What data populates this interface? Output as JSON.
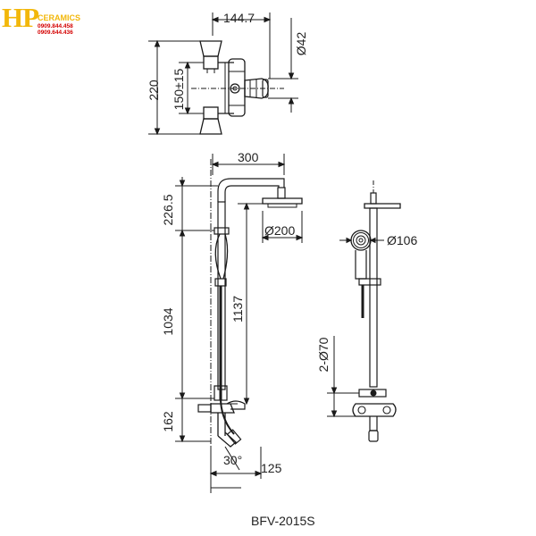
{
  "logo": {
    "mark": "HP",
    "subtitle": "CERAMICS",
    "phone_1": "0909.844.458",
    "phone_2": "0909.644.436",
    "brand_color": "#f2b70a",
    "phone_color": "#d40000"
  },
  "dimensions": {
    "top_width": "144.7",
    "top_height": "220",
    "top_spacing": "150±15",
    "top_dia": "Ø42",
    "arm_reach": "300",
    "head_drop": "226.5",
    "head_dia": "Ø200",
    "hand_dia": "Ø106",
    "rail_length": "1034",
    "total_height": "1137",
    "outlet_dia": "2-Ø70",
    "mixer_height": "162",
    "spout_angle": "30°",
    "spout_reach": "125"
  },
  "model": "BFV-2015S",
  "line_color": "#1a1a1a"
}
